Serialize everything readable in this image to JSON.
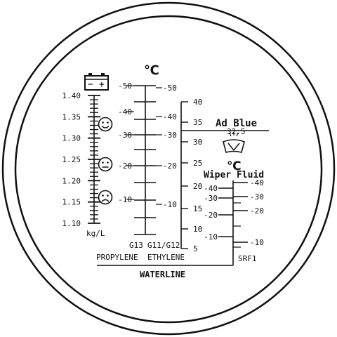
{
  "battery_scale": {
    "unit_label": "kg/L",
    "ticks": [
      "1.40",
      "1.35",
      "1.30",
      "1.25",
      "1.20",
      "1.15",
      "1.10"
    ],
    "battery_symbol": {
      "minus": "−",
      "plus": "+"
    },
    "charge_faces": [
      "happy",
      "neutral",
      "sad"
    ]
  },
  "temperature_header": {
    "unit": "℃"
  },
  "propylene_scale": {
    "type_label": "G13",
    "name_label": "PROPYLENE",
    "ticks": [
      "-50",
      "-40",
      "-30",
      "-20",
      "-10"
    ]
  },
  "ethylene_scale": {
    "type_label": "G11/G12",
    "name_label": "ETHYLENE",
    "ticks": [
      "-50",
      "-40",
      "-30",
      "-20",
      "-10"
    ]
  },
  "adblue_scale": {
    "title": "Ad Blue",
    "marker": "32.5",
    "ticks": [
      "40",
      "35",
      "30",
      "25",
      "20",
      "15",
      "10",
      "5"
    ]
  },
  "wiper_scale": {
    "unit": "℃",
    "title": "Wiper Fluid",
    "name_label": "SRF1",
    "left_ticks": [
      "-40",
      "-30",
      "-20",
      "-10"
    ],
    "right_ticks": [
      "-40",
      "-30",
      "-20",
      "-10"
    ]
  },
  "waterline_label": "WATERLINE",
  "colors": {
    "ink": "#111111",
    "background": "#ffffff"
  }
}
